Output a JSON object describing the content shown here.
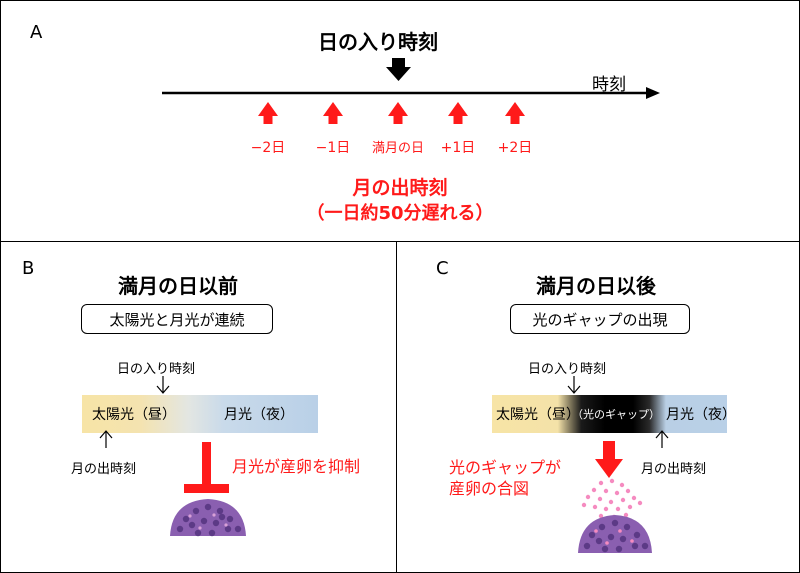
{
  "panel_a": {
    "letter": "A",
    "sunset_label": "日の入り時刻",
    "axis_label": "時刻",
    "days": [
      "−2日",
      "−1日",
      "満月の日",
      "+1日",
      "+2日"
    ],
    "moonrise_title": "月の出時刻",
    "moonrise_note": "（一日約50分遅れる）"
  },
  "panel_b": {
    "letter": "B",
    "title": "満月の日以前",
    "box_label": "太陽光と月光が連続",
    "sunset_label": "日の入り時刻",
    "bar_sun": "太陽光（昼）",
    "bar_moon": "月光（夜）",
    "moonrise_label": "月の出時刻",
    "inhibit_label": "月光が産卵を抑制"
  },
  "panel_c": {
    "letter": "C",
    "title": "満月の日以後",
    "box_label": "光のギャップの出現",
    "sunset_label": "日の入り時刻",
    "bar_sun": "太陽光（昼）",
    "bar_gap": "（光のギャップ）",
    "bar_moon": "月光（夜）",
    "moonrise_label": "月の出時刻",
    "signal_line1": "光のギャップが",
    "signal_line2": "産卵の合図"
  },
  "colors": {
    "red": "#ff1a1a",
    "sun": "#f6e1a0",
    "moon": "#b8cfe6",
    "coral": "#8a5fb0"
  }
}
